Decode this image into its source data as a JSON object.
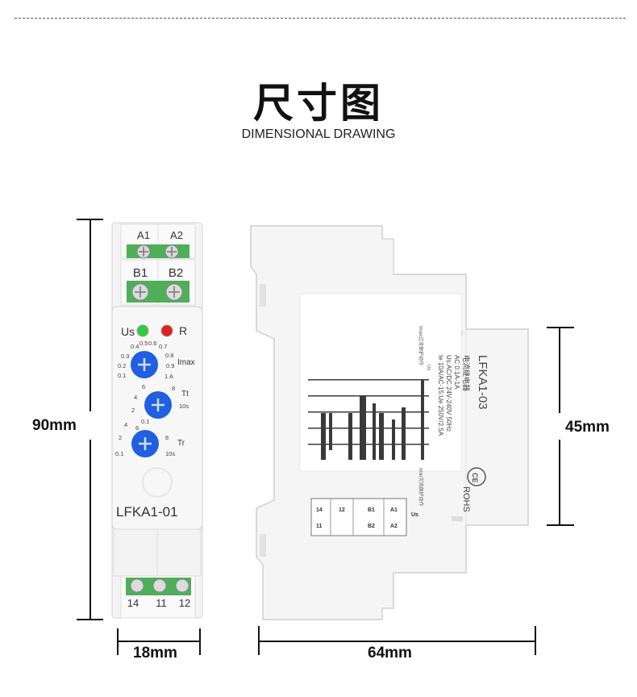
{
  "header": {
    "title_cn": "尺寸图",
    "title_en": "DIMENSIONAL DRAWING"
  },
  "dimensions": {
    "height": "90mm",
    "width_front": "18mm",
    "depth": "64mm",
    "side_height": "45mm"
  },
  "front_device": {
    "top_terminals": [
      "A1",
      "A2"
    ],
    "mid_terminals": [
      "B1",
      "B2"
    ],
    "bottom_terminals": [
      "14",
      "11",
      "12"
    ],
    "led_power_label": "Us",
    "led_relay_label": "R",
    "knob_imax_label": "Imax",
    "knob_imax_scale": [
      "0.4",
      "0.5",
      "0.6",
      "0.7",
      "0.3",
      "0.8",
      "0.2",
      "0.9",
      "0.1",
      "1 A"
    ],
    "knob_tt_label": "Tt",
    "knob_tt_scale": [
      "6",
      "4",
      "8",
      "2",
      "10s"
    ],
    "knob_tr_label": "Tr",
    "knob_tr_scale": [
      "0.1",
      "6",
      "4",
      "8",
      "2",
      "10s",
      "0.1"
    ],
    "model": "LFKA1-01",
    "led_colors": {
      "power": "#2ecc40",
      "relay": "#e02020"
    }
  },
  "side_device": {
    "model": "LFKA1-03",
    "type_cn": "电流继电器",
    "spec_lines": [
      "AC 0.1A-1A",
      "Us:AC/DC 24V-240V 50Hz",
      "Ie 10A/AC-15:Ue 250V/2.5A"
    ],
    "rohs": "ROHS",
    "ce": "CE",
    "wiring_terminals_left": [
      "14",
      "11"
    ],
    "wiring_terminals_mid": [
      "12"
    ],
    "wiring_terminals_right_top": [
      "B1",
      "A1"
    ],
    "wiring_terminals_right_bot": [
      "B2",
      "A2"
    ],
    "wiring_us_label": "Us",
    "diagram_labels": [
      "Imax过流保护动作",
      "Imin欠流保护动作",
      "Us"
    ]
  },
  "colors": {
    "knob_blue": "#1f5fe0",
    "terminal_green": "#52b45a",
    "body_white": "#f6f6f6"
  }
}
